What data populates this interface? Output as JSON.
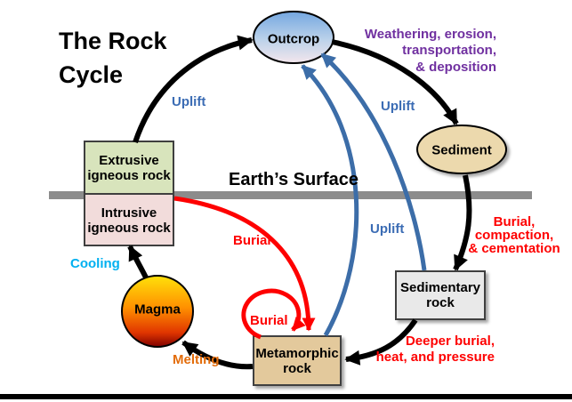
{
  "title": "The Rock\nCycle",
  "nodes": {
    "outcrop": {
      "label": "Outcrop"
    },
    "sediment": {
      "label": "Sediment"
    },
    "extrusive": {
      "label": "Extrusive\nigneous rock"
    },
    "intrusive": {
      "label": "Intrusive\nigneous rock"
    },
    "sedimentary": {
      "label": "Sedimentary\nrock"
    },
    "metamorphic": {
      "label": "Metamorphic\nrock"
    },
    "magma": {
      "label": "Magma"
    }
  },
  "labels": {
    "earths_surface": "Earth’s Surface",
    "uplift_upper_left": "Uplift",
    "uplift_center": "Uplift",
    "uplift_lower": "Uplift",
    "weathering": "Weathering, erosion,\ntransportation,\n& deposition",
    "burial_compaction": "Burial,\ncompaction,\n& cementation",
    "deeper_burial": "Deeper burial,\nheat, and pressure",
    "burial_left": "Burial",
    "burial_loop": "Burial",
    "melting": "Melting",
    "cooling": "Cooling"
  },
  "colors": {
    "black_arrow": "#000000",
    "blue_arrow": "#3c6da8",
    "red_arrow": "#fe0000",
    "uplift_text": "#3b6cb4",
    "weathering_text": "#7030a0",
    "red_text": "#fe0000",
    "melting_text": "#e36c0a",
    "cooling_text": "#00b0f0",
    "surface_bar": "#8c8c8c",
    "bottom_bar": "#000000",
    "outcrop_top": "#74a7e0",
    "outcrop_mid": "#bcd2ea",
    "outcrop_bottom": "#f3e6ec",
    "sediment_fill": "#ecd9ad",
    "extrusive_fill": "#d8e4bc",
    "intrusive_fill": "#f2dcdb",
    "sedimentary_fill": "#e9e9e9",
    "metamorphic_fill": "#e3c99c",
    "magma_top": "#ffe10a",
    "magma_mid1": "#ff9000",
    "magma_mid2": "#e03500",
    "magma_bottom": "#7f0000"
  }
}
